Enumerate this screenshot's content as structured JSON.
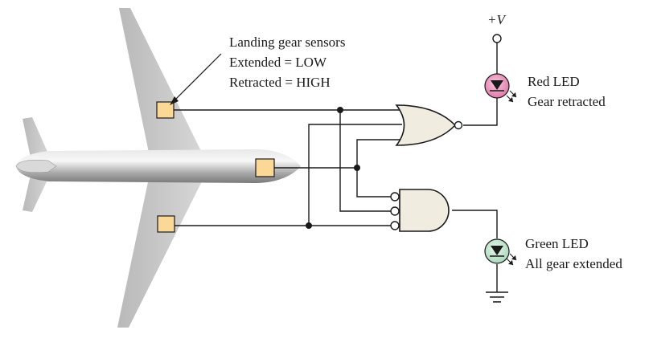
{
  "labels": {
    "sensors_title": "Landing gear sensors",
    "sensors_extended": "Extended = LOW",
    "sensors_retracted": "Retracted = HIGH",
    "supply": "+V",
    "red_led_name": "Red LED",
    "red_led_desc": "Gear retracted",
    "green_led_name": "Green LED",
    "green_led_desc": "All gear extended"
  },
  "colors": {
    "sensor_fill": "#fcd896",
    "red_led": "#e889b6",
    "green_led": "#bfe3cc",
    "gate_fill": "#f1ece0",
    "wing": "#c8c8c8",
    "fuselage": "#bdbdbd"
  },
  "icons": {
    "aircraft": "airplane-top-view-icon",
    "nor_gate": "nor-gate-icon",
    "and_gate": "and-gate-inverted-inputs-icon",
    "led": "led-icon",
    "ground": "ground-icon"
  }
}
